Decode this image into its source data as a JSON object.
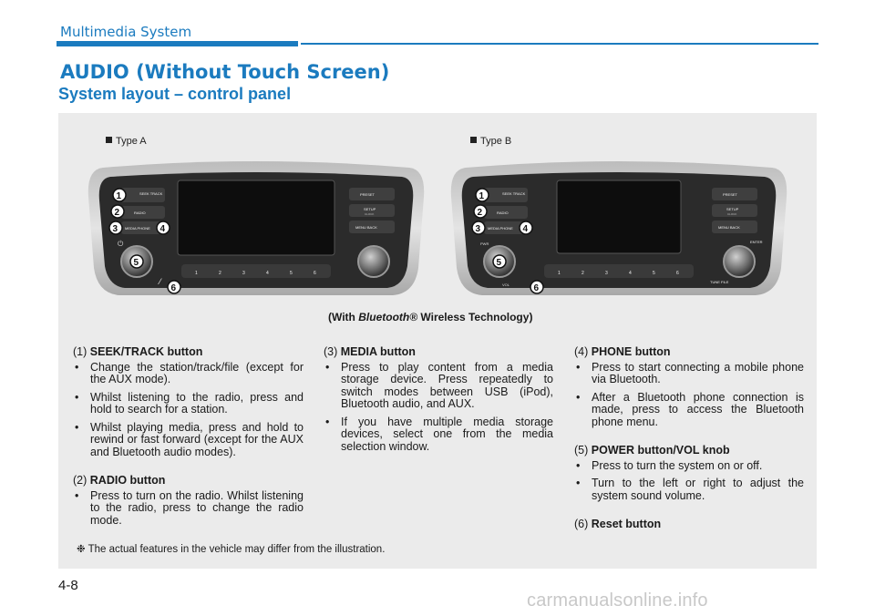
{
  "header": {
    "section": "Multimedia System",
    "chapter_title": "AUDIO (Without Touch Screen)",
    "page_heading": "System layout – control panel"
  },
  "figure": {
    "type_a_label": "Type A",
    "type_b_label": "Type B",
    "caption_prefix": "(With",
    "caption_brand": "Bluetooth®",
    "caption_suffix": "Wireless Technology)",
    "type_a": {
      "seek": "SEEK TRACK",
      "radio": "RADIO",
      "media_phone": "MEDIA  PHONE",
      "preset": "PRESET",
      "setup": "SETUP",
      "setup_sub": "CLOCK",
      "menu_back": "MENU   BACK"
    },
    "type_b": {
      "seek": "SEEK TRACK",
      "radio": "RADIO",
      "media_phone": "MEDIA  PHONE",
      "pwr": "PWR",
      "preset": "PRESET",
      "setup": "SETUP",
      "setup_sub": "CLOCK",
      "menu_back": "MENU   BACK",
      "vol": "VOL",
      "enter": "ENTER",
      "tune": "TUNE FILE"
    },
    "preset_numbers": [
      "1",
      "2",
      "3",
      "4",
      "5",
      "6"
    ],
    "callouts": [
      "1",
      "2",
      "3",
      "4",
      "5",
      "6"
    ]
  },
  "columns": {
    "col1": {
      "item1_num": "(1)",
      "item1_title": "SEEK/TRACK button",
      "item1_bullets": [
        "Change the station/track/file (except for the AUX mode).",
        "Whilst listening to the radio, press and hold to search for a station.",
        "Whilst playing media, press and hold to rewind or fast forward (except for the AUX and Bluetooth audio modes)."
      ],
      "item2_num": "(2)",
      "item2_title": "RADIO button",
      "item2_bullets": [
        "Press to turn on the radio. Whilst listening to the radio, press to change the radio mode."
      ]
    },
    "col2": {
      "item3_num": "(3)",
      "item3_title": "MEDIA button",
      "item3_bullets": [
        "Press to play content from a media storage device. Press repeatedly to switch modes between USB (iPod), Bluetooth audio, and AUX.",
        "If you have multiple media storage devices, select one from the media selection window."
      ]
    },
    "col3": {
      "item4_num": "(4)",
      "item4_title": "PHONE button",
      "item4_bullets": [
        "Press to start connecting a mobile phone via Bluetooth.",
        "After a Bluetooth phone connection is made, press to access the Bluetooth phone menu."
      ],
      "item5_num": "(5)",
      "item5_title": "POWER button/VOL knob",
      "item5_bullets": [
        "Press to turn the system on or off.",
        "Turn to the left or right to adjust the system sound volume."
      ],
      "item6_num": "(6)",
      "item6_title": "Reset button"
    }
  },
  "footnote": "❉  The actual features in the vehicle may differ from the illustration.",
  "page_number": "4-8",
  "watermark": "carmanualsonline.info",
  "colors": {
    "accent": "#1b7bbf",
    "panel_bg": "#ebebeb"
  }
}
